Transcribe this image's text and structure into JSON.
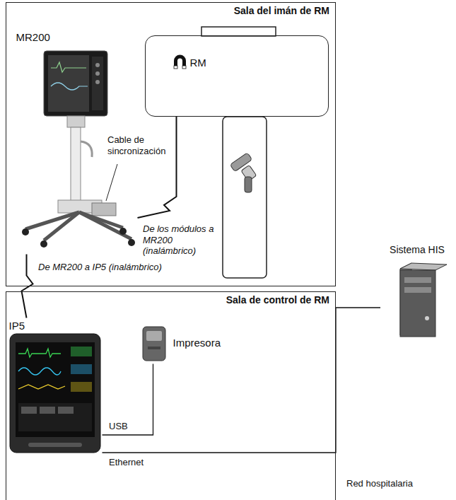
{
  "diagram": {
    "nodes": [
      {
        "text": [
          "Sala del imán de RM"
        ]
      },
      {
        "text": [
          "MR200"
        ],
        "in": 0
      },
      {
        "text": [
          "RM"
        ],
        "in": 0
      },
      {
        "text": [
          "Sala de control de RM"
        ]
      },
      {
        "text": [
          "IP5"
        ],
        "in": 3
      },
      {
        "text": [
          "Impresora"
        ],
        "in": 3
      },
      {
        "text": [
          "Sistema HIS"
        ]
      }
    ],
    "edges": [
      {
        "from": 1,
        "to": 4,
        "arrow": "none",
        "label": "De MR200 a IP5 (inalámbrico)"
      },
      {
        "from": 2,
        "to": 1,
        "arrow": "none",
        "label": "De los módulos a MR200 (inalámbrico)"
      },
      {
        "from": 4,
        "to": 5,
        "arrow": "none",
        "label": "USB"
      },
      {
        "from": 4,
        "to": 6,
        "arrow": "none",
        "label": "Ethernet"
      }
    ],
    "labels": [
      "Cable de sincronización",
      "Red hospitalaria"
    ]
  }
}
